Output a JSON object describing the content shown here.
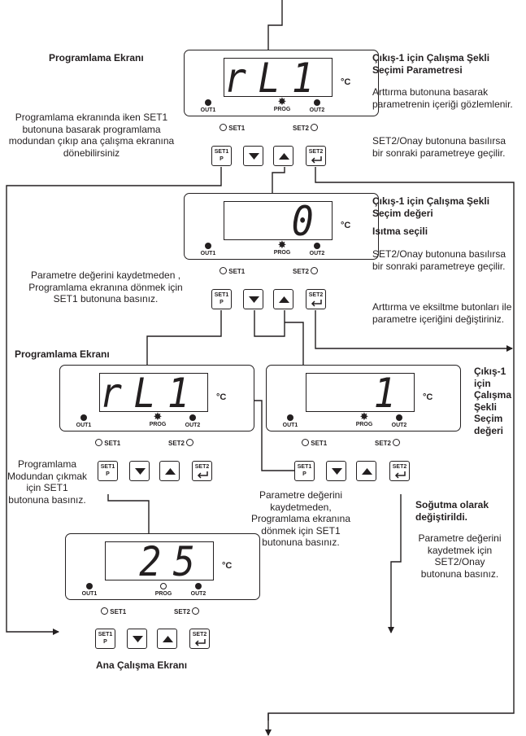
{
  "common": {
    "out1": "OUT1",
    "prog": "PROG",
    "out2": "OUT2",
    "set1": "SET1",
    "set2": "SET2",
    "unit": "°C",
    "btn_set1": "SET1",
    "btn_set1_sub": "P",
    "btn_set2": "SET2"
  },
  "panels": {
    "p1": {
      "display": "rL1"
    },
    "p2": {
      "display": "0"
    },
    "p3": {
      "display": "rL1"
    },
    "p4": {
      "display": "1"
    },
    "p5": {
      "display": "25"
    }
  },
  "texts": {
    "prog_screen_top": "Programlama Ekranı",
    "prog_screen_mid": "Programlama Ekranı",
    "main_screen": "Ana Çalışma Ekranı",
    "r1_title": "Çıkış-1 için Çalışma Şekli Seçimi Parametresi",
    "r1_body1": "Arttırma butonuna basarak parametrenin içeriği gözlemlenir.",
    "r1_body2": "SET2/Onay butonuna basılırsa bir sonraki parametreye geçilir.",
    "l1_body": "Programlama ekranında iken SET1 butonuna basarak programlama modundan çıkıp ana çalışma ekranına dönebilirsiniz",
    "r2_title": "Çıkış-1 için Çalışma Şekli Seçim değeri",
    "r2_sub": "Isıtma seçili",
    "r2_body1": "SET2/Onay butonuna basılırsa bir sonraki parametreye geçilir.",
    "r2_body2": "Arttırma ve eksiltme butonları ile parametre içeriğini değiştiriniz.",
    "l2_body": "Parametre değerini kaydetmeden , Programlama ekranına dönmek için SET1 butonuna basınız.",
    "r3_title": "Çıkış-1 için Çalışma Şekli Seçim değeri",
    "l3_body": "Programlama Modundan çıkmak için SET1 butonuna basınız.",
    "c3_body": "Parametre değerini kaydetmeden, Programlama ekranına dönmek için SET1 butonuna basınız.",
    "r4_title": "Soğutma olarak değiştirildi.",
    "r4_body": "Parametre değerini kaydetmek için SET2/Onay butonuna basınız."
  }
}
